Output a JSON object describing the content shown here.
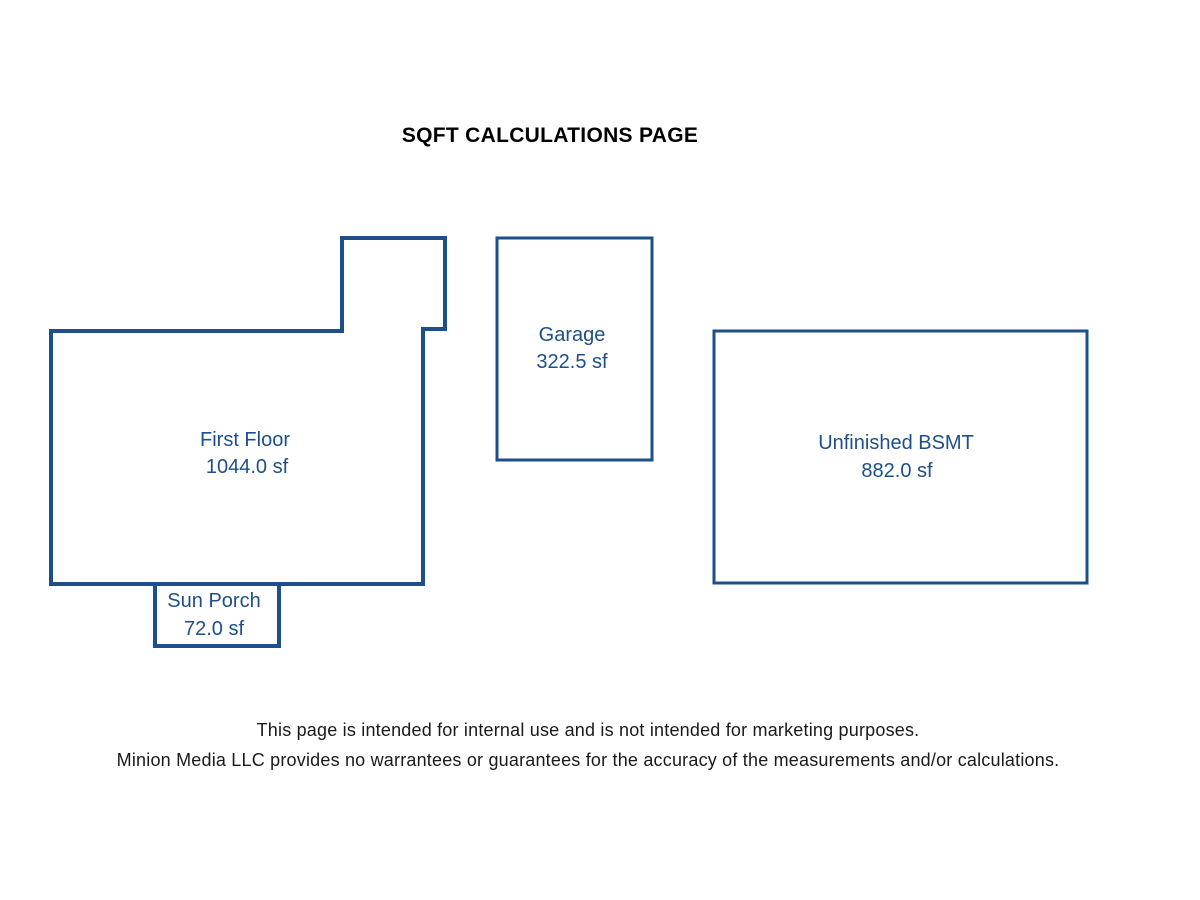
{
  "title": "SQFT CALCULATIONS PAGE",
  "colors": {
    "outline": "#1d4f8a",
    "label": "#1d4f8a",
    "title": "#000000",
    "disclaimer": "#1a1a1a"
  },
  "rooms": {
    "first_floor": {
      "name": "First Floor",
      "area": "1044.0 sf"
    },
    "sun_porch": {
      "name": "Sun Porch",
      "area": "72.0 sf"
    },
    "garage": {
      "name": "Garage",
      "area": "322.5 sf"
    },
    "unfinished_bsmt": {
      "name": "Unfinished BSMT",
      "area": "882.0 sf"
    }
  },
  "disclaimer": {
    "line1": "This page is intended for internal use and is not intended for marketing purposes.",
    "line2": "Minion Media LLC provides no warrantees or guarantees for the accuracy of the measurements and/or calculations."
  }
}
